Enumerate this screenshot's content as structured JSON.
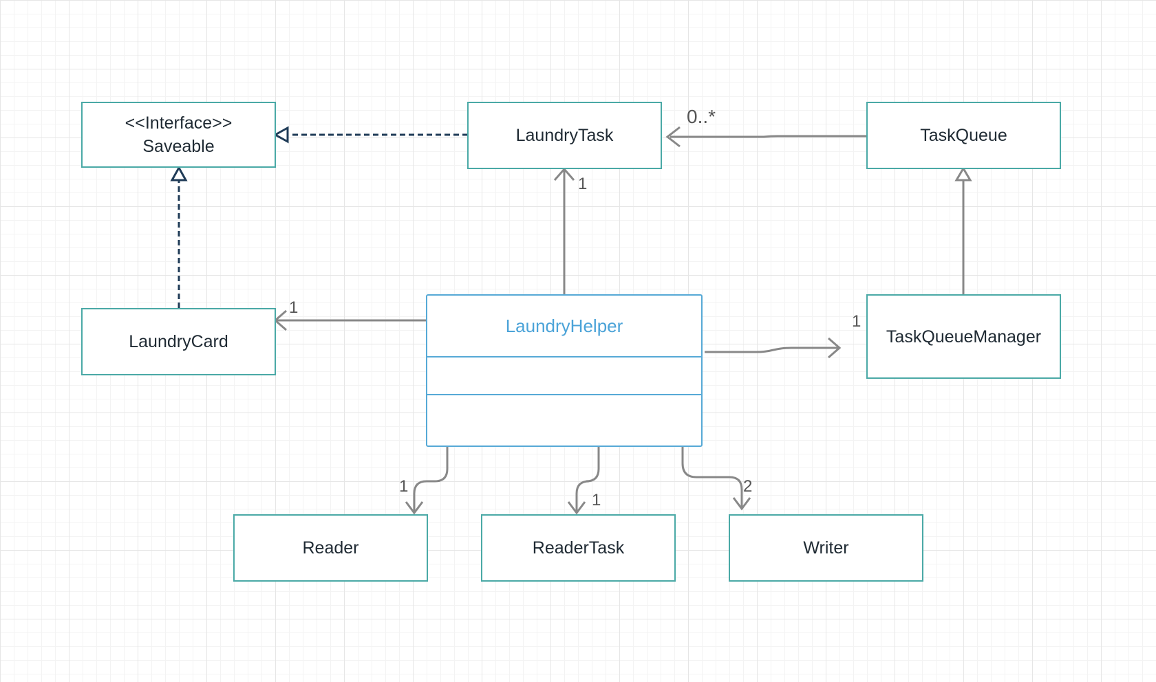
{
  "diagram": {
    "classes": {
      "saveable": {
        "stereotype": "<<Interface>>",
        "name": "Saveable"
      },
      "laundry_task": {
        "name": "LaundryTask"
      },
      "task_queue": {
        "name": "TaskQueue"
      },
      "laundry_card": {
        "name": "LaundryCard"
      },
      "laundry_helper": {
        "name": "LaundryHelper"
      },
      "task_queue_manager": {
        "name": "TaskQueueManager"
      },
      "reader": {
        "name": "Reader"
      },
      "reader_task": {
        "name": "ReaderTask"
      },
      "writer": {
        "name": "Writer"
      }
    },
    "multiplicities": {
      "task_queue_to_laundry_task": "0..*",
      "helper_to_laundry_task": "1",
      "helper_to_laundry_card": "1",
      "helper_to_task_queue_manager": "1",
      "helper_to_reader": "1",
      "helper_to_reader_task": "1",
      "helper_to_writer": "2"
    },
    "colors": {
      "box_border": "#4aa9a6",
      "helper_border": "#56a9d6",
      "association_line": "#888888",
      "realization_line": "#1f3b57"
    }
  }
}
